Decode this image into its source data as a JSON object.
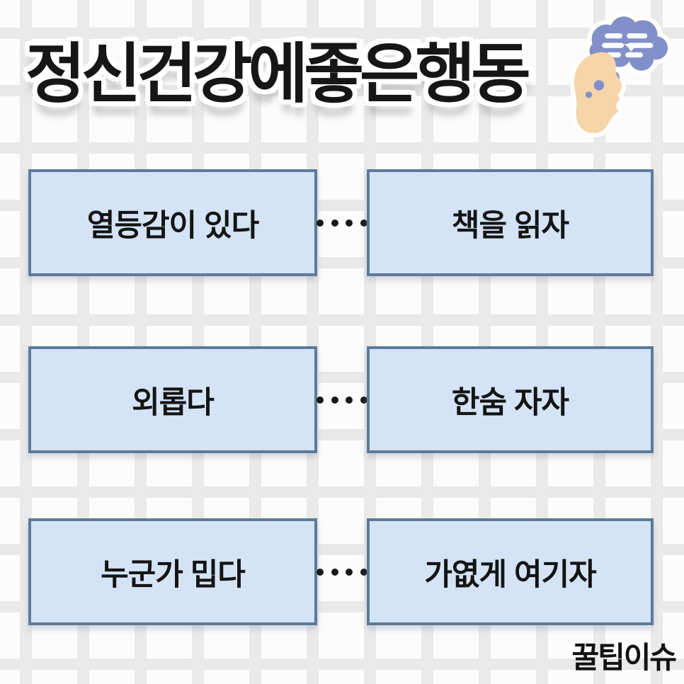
{
  "title": "정신건강에좋은행동",
  "title_icon": {
    "name": "thinking-head-with-thought-cloud-icon",
    "cloud_color": "#8190c9",
    "head_color": "#f6d5a9",
    "outline_color": "#ffffff"
  },
  "rows": [
    {
      "feeling": "열등감이 있다",
      "action": "책을 읽자"
    },
    {
      "feeling": "외롭다",
      "action": "한숨 자자"
    },
    {
      "feeling": "누군가 밉다",
      "action": "가엾게 여기자"
    }
  ],
  "connector_style": "four-black-dots",
  "watermark": "꿀팁이슈",
  "colors": {
    "background": "#fcfcfc",
    "grid_line": "#e9e9e9",
    "box_fill": "#d4e4f6",
    "box_border": "#5d7b9b",
    "text": "#141414",
    "dot": "#181818"
  }
}
